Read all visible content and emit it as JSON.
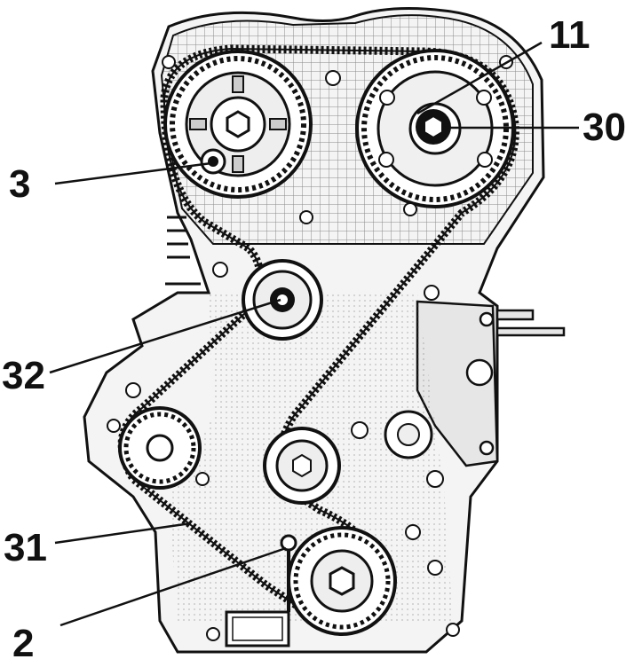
{
  "callouts": {
    "n11": "11",
    "n30": "30",
    "n3": "3",
    "n32": "32",
    "n31": "31",
    "n2": "2"
  },
  "colors": {
    "ink": "#111111",
    "paper": "#ffffff",
    "shade": "#d9d9d9",
    "grid": "#8a8a8a"
  }
}
